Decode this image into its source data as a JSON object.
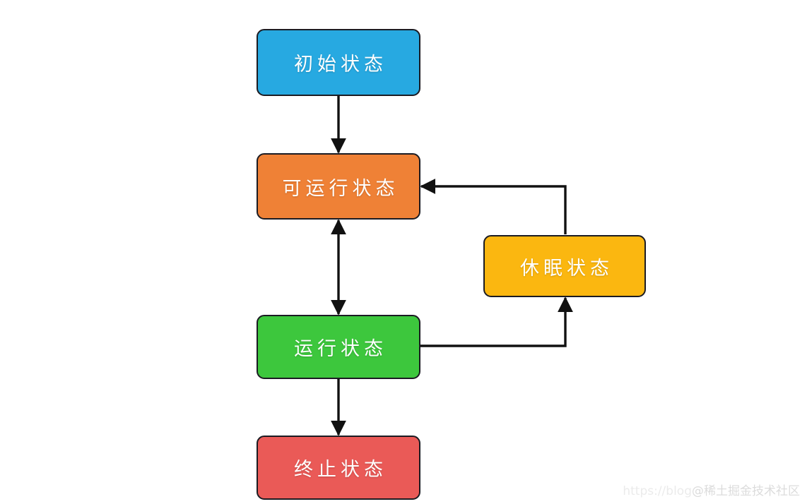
{
  "diagram": {
    "type": "state-flowchart",
    "title": "",
    "background_color": "#ffffff",
    "nodes": [
      {
        "id": "initial",
        "label": "初始状态",
        "color": "#27a9e1",
        "border_color": "#1b1b22",
        "text_color": "#ffffff"
      },
      {
        "id": "runnable",
        "label": "可运行状态",
        "color": "#ef8136",
        "border_color": "#1b1b22",
        "text_color": "#ffffff"
      },
      {
        "id": "sleeping",
        "label": "休眠状态",
        "color": "#fbb710",
        "border_color": "#1b1b22",
        "text_color": "#ffffff"
      },
      {
        "id": "running",
        "label": "运行状态",
        "color": "#3dc73d",
        "border_color": "#1b1b22",
        "text_color": "#ffffff"
      },
      {
        "id": "terminated",
        "label": "终止状态",
        "color": "#ea5a57",
        "border_color": "#1b1b22",
        "text_color": "#ffffff"
      }
    ],
    "edges": [
      {
        "id": "initial-to-runnable",
        "from": "initial",
        "to": "runnable",
        "label": "",
        "arrow": "single"
      },
      {
        "id": "runnable-running",
        "from": "runnable",
        "to": "running",
        "label": "",
        "arrow": "double"
      },
      {
        "id": "running-to-sleeping",
        "from": "running",
        "to": "sleeping",
        "label": "",
        "arrow": "single"
      },
      {
        "id": "sleeping-to-runnable",
        "from": "sleeping",
        "to": "runnable",
        "label": "",
        "arrow": "single"
      },
      {
        "id": "running-to-terminated",
        "from": "running",
        "to": "terminated",
        "label": "",
        "arrow": "single"
      }
    ],
    "edge_color": "#111111"
  },
  "watermark": {
    "url_text": "https://blog",
    "handle_text": "@稀土掘金技术社区"
  }
}
